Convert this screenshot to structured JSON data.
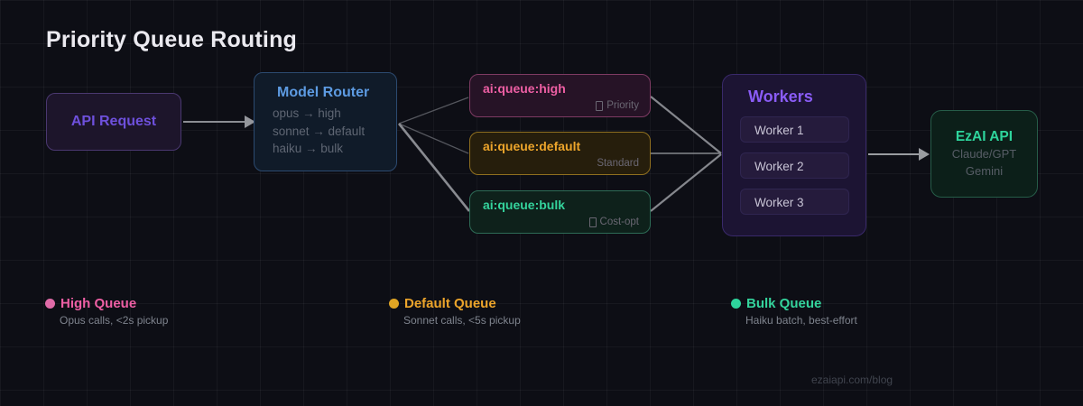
{
  "title": "Priority Queue Routing",
  "watermark": "ezaiapi.com/blog",
  "nodes": {
    "api_request": {
      "label": "API Request"
    },
    "model_router": {
      "title": "Model Router",
      "rules": [
        "opus → high",
        "sonnet → default",
        "haiku → bulk"
      ]
    },
    "queues": [
      {
        "id": "high",
        "label": "ai:queue:high",
        "badge": "Priority"
      },
      {
        "id": "default",
        "label": "ai:queue:default",
        "badge": "Standard"
      },
      {
        "id": "bulk",
        "label": "ai:queue:bulk",
        "badge": "Cost-opt"
      }
    ],
    "workers": {
      "title": "Workers",
      "items": [
        "Worker 1",
        "Worker 2",
        "Worker 3"
      ]
    },
    "ezai_api": {
      "title": "EzAI API",
      "lines": [
        "Claude/GPT",
        "Gemini"
      ]
    }
  },
  "legend": [
    {
      "label": "High Queue",
      "desc": "Opus calls, <2s pickup",
      "color": "#ee5fa4"
    },
    {
      "label": "Default Queue",
      "desc": "Sonnet calls, <5s pickup",
      "color": "#eda52b"
    },
    {
      "label": "Bulk Queue",
      "desc": "Haiku batch, best-effort",
      "color": "#34d39c"
    }
  ],
  "colors": {
    "background": "#0d0e15",
    "api_accent": "#6e50dc",
    "router_accent": "#5d9be2",
    "high_accent": "#ee5fa4",
    "default_accent": "#eda52b",
    "bulk_accent": "#34d39c",
    "workers_accent": "#8a5cf6",
    "ezai_accent": "#2ed49c",
    "connector": "#85878d"
  }
}
